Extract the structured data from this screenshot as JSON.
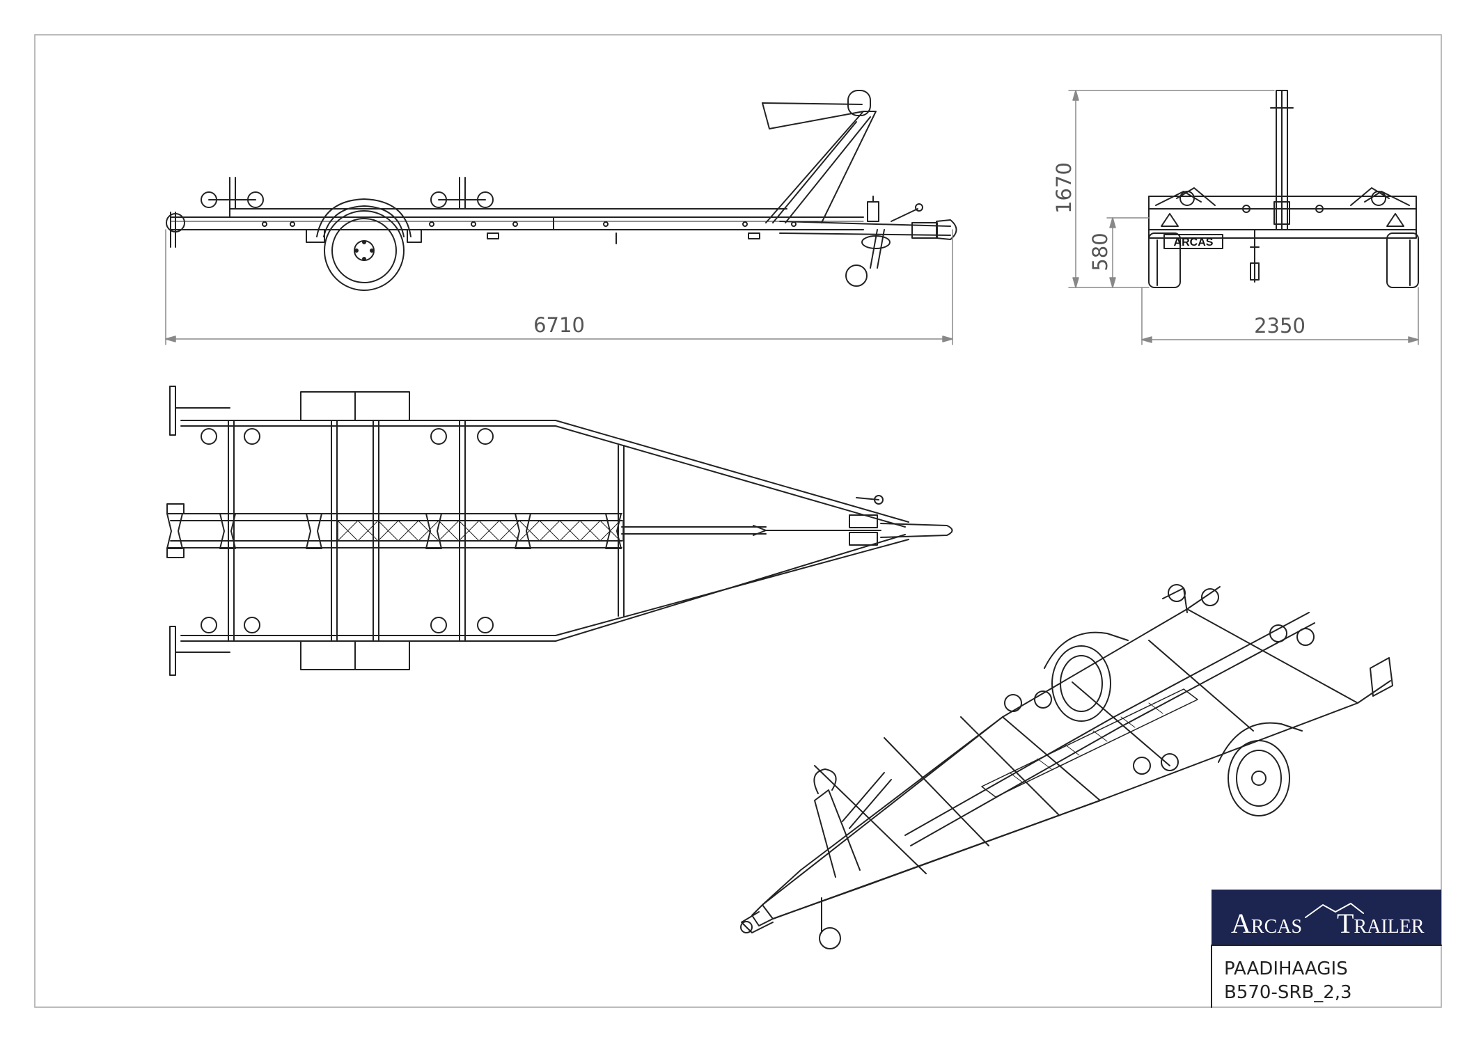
{
  "dimensions": {
    "length": "6710",
    "height": "1670",
    "frame_height": "580",
    "width": "2350"
  },
  "rear_plate_text": "ARCAS",
  "title_block": {
    "logo_left": "Arcas",
    "logo_right": "Trailer",
    "product_type": "PAADIHAAGIS",
    "model_code": "B570-SRB_2,3",
    "logo_bg": "#1c2550"
  }
}
